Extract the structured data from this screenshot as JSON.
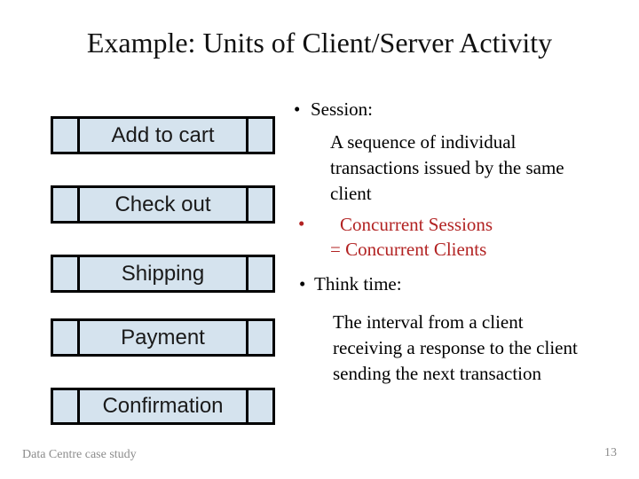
{
  "title": "Example: Units of Client/Server Activity",
  "flow_boxes": [
    {
      "label": "Add to cart"
    },
    {
      "label": "Check out"
    },
    {
      "label": "Shipping"
    },
    {
      "label": "Payment"
    },
    {
      "label": "Confirmation"
    }
  ],
  "right_panel": {
    "session": {
      "bullet": "•",
      "heading": "Session:",
      "description_lines": [
        "A sequence of individual",
        "transactions issued by the same",
        "client"
      ]
    },
    "concurrent": {
      "bullet": "•",
      "line1": "Concurrent Sessions",
      "line2": "= Concurrent Clients"
    },
    "think_time": {
      "bullet": "•",
      "heading": "Think time:",
      "description_lines": [
        "The interval from a client",
        "receiving a response to the client",
        "sending the next transaction"
      ]
    }
  },
  "footer": {
    "label": "Data Centre case study",
    "page_number": "13"
  },
  "colors": {
    "box_fill": "#d5e3ee",
    "box_border": "#000000",
    "accent_red": "#b22222",
    "footer_gray": "#8c8c8c"
  }
}
